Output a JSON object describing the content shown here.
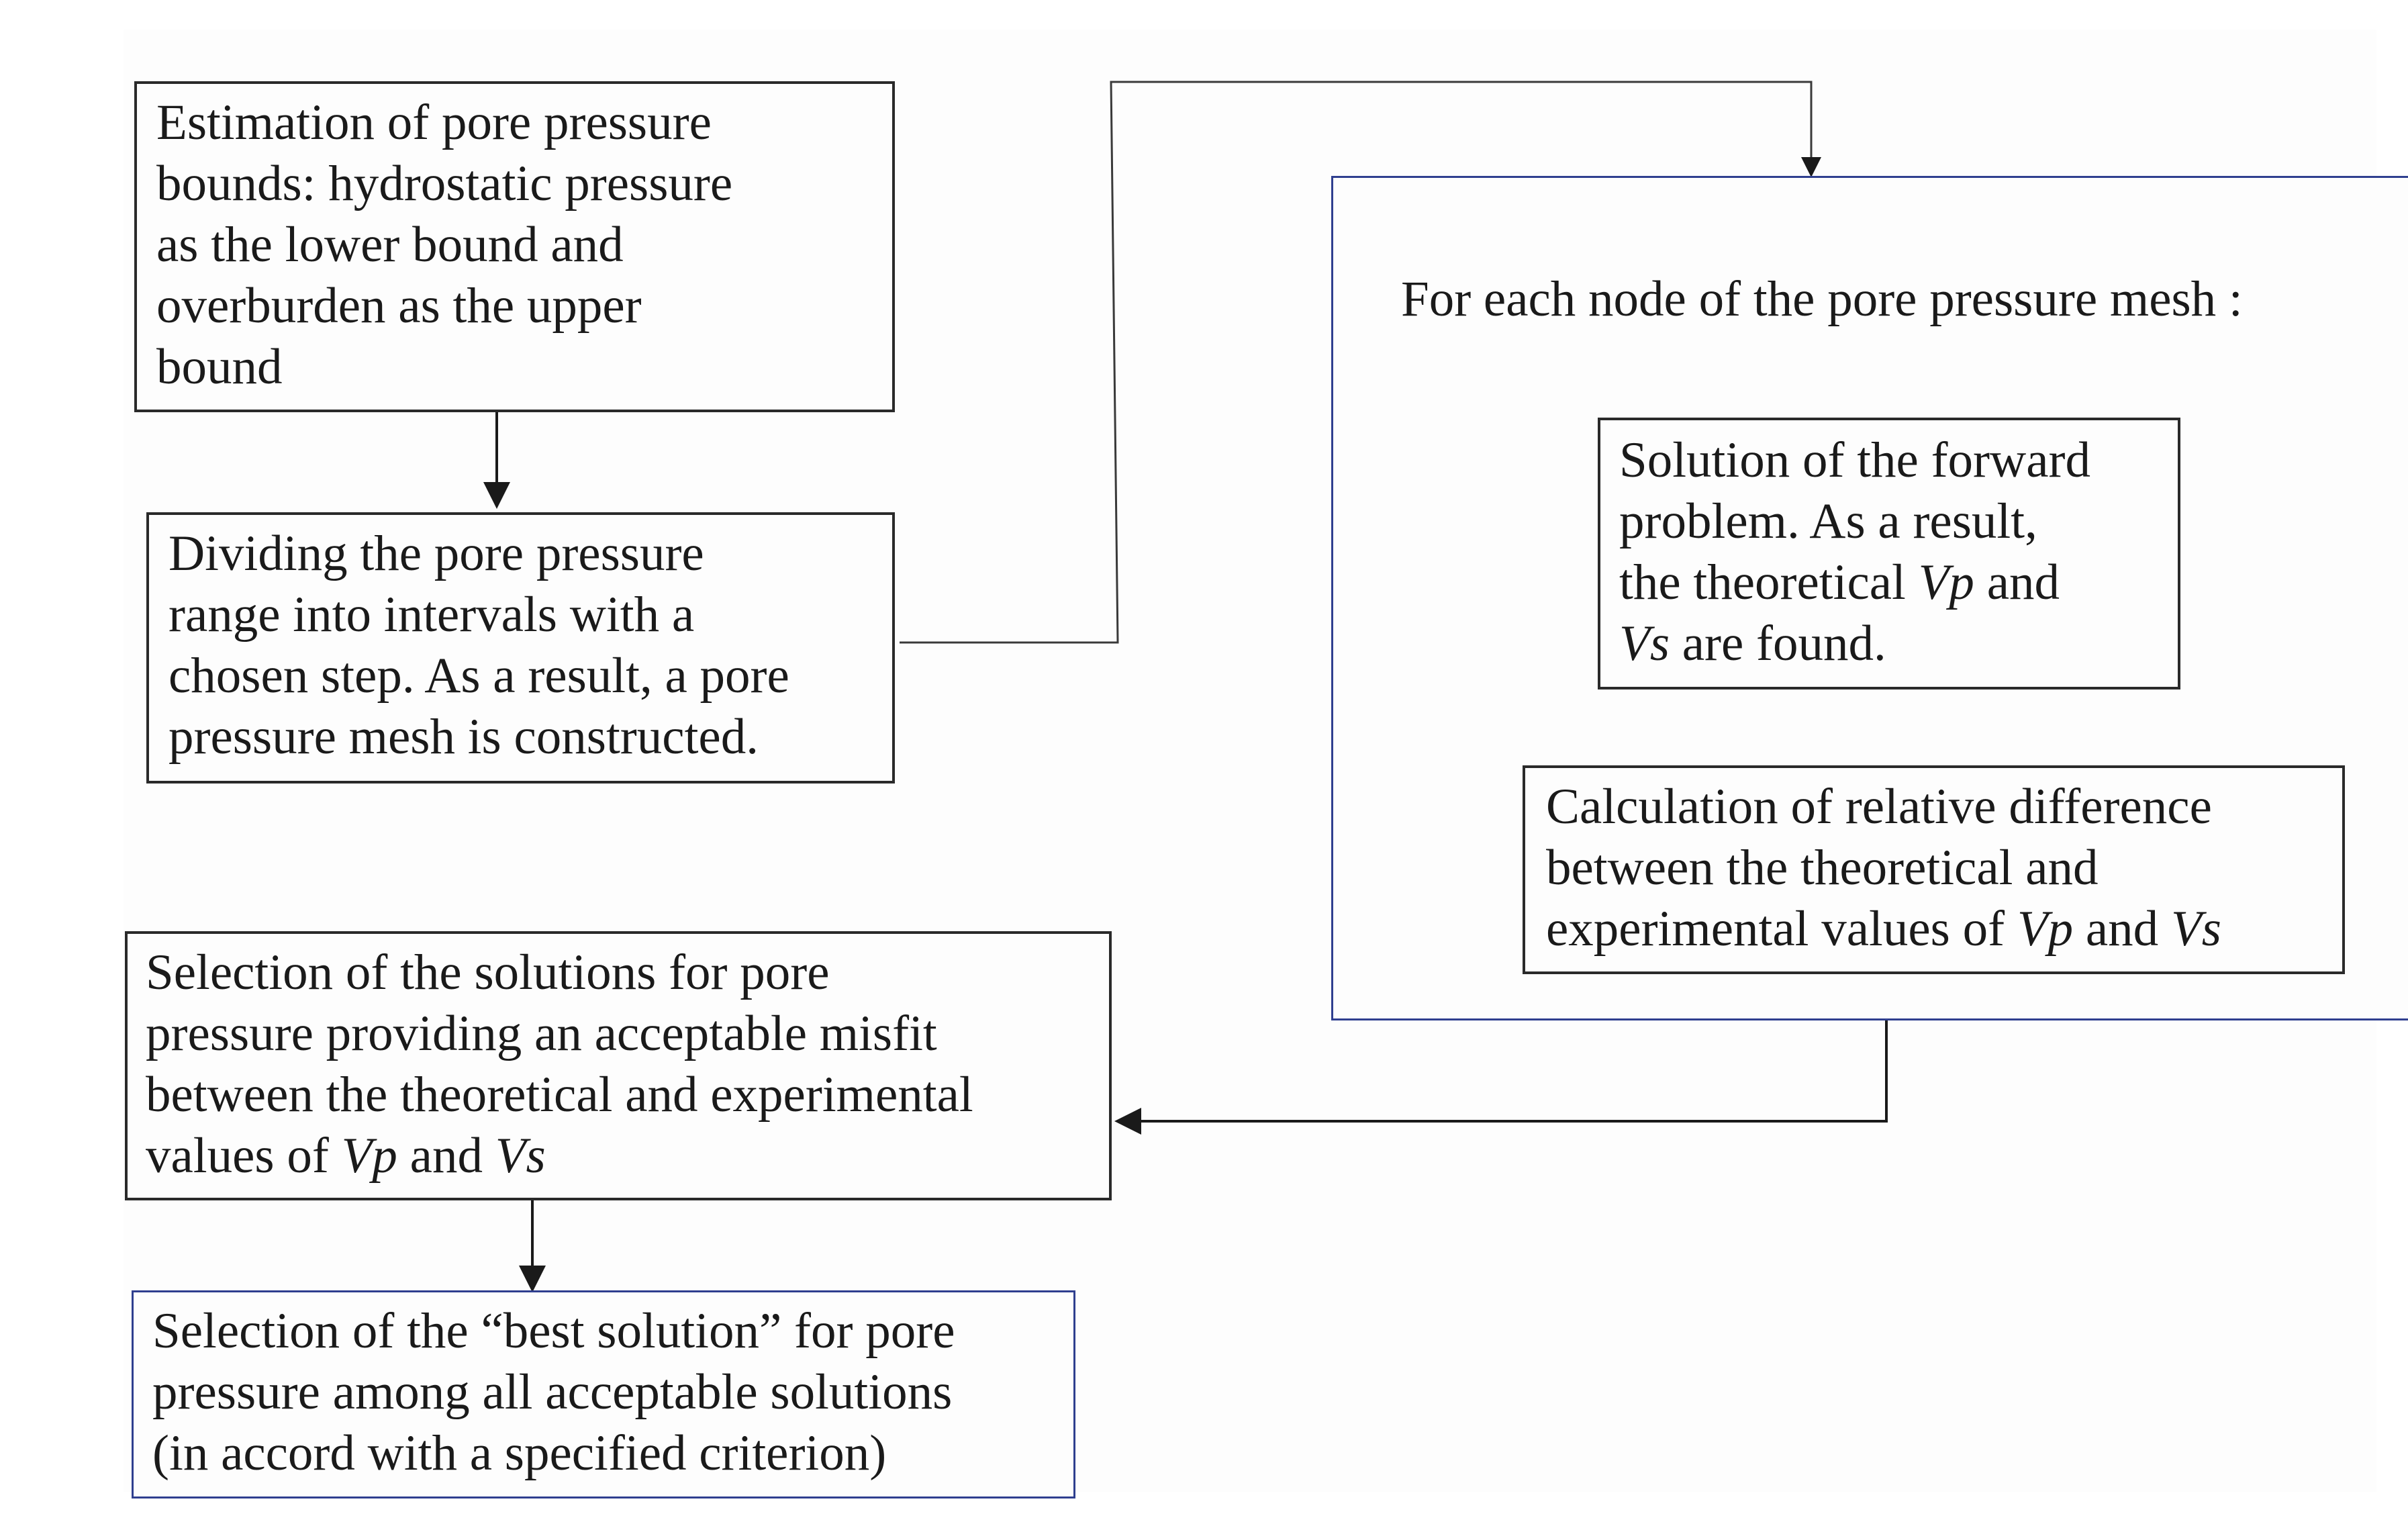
{
  "diagram": {
    "boxes": {
      "estimation": {
        "lines": [
          "Estimation of pore pressure",
          "bounds: hydrostatic pressure",
          "as the lower bound and",
          "overburden as the upper",
          "bound"
        ]
      },
      "dividing": {
        "lines": [
          "Dividing the pore pressure",
          "range into intervals with a",
          "chosen step. As a result, a pore",
          "pressure mesh is constructed."
        ]
      },
      "loop": {
        "title": "For each node of the pore pressure mesh :"
      },
      "forward": {
        "lines": [
          "Solution of the forward",
          "problem. As a result,"
        ],
        "line3_pre": "the theoretical ",
        "line3_var": "Vp",
        "line3_post": " and",
        "line4_var": "Vs",
        "line4_post": " are found."
      },
      "calculation": {
        "lines": [
          "Calculation of relative difference",
          "between the theoretical and"
        ],
        "line3_pre": "experimental values of ",
        "line3_var1": "Vp",
        "line3_mid": " and ",
        "line3_var2": "Vs"
      },
      "selection": {
        "lines": [
          "Selection of the solutions for pore",
          "pressure providing an acceptable misfit",
          "between the theoretical and experimental"
        ],
        "line4_pre": "values of ",
        "line4_var1": "Vp",
        "line4_mid": " and ",
        "line4_var2": "Vs"
      },
      "best": {
        "lines": [
          "Selection of the “best solution” for pore",
          "pressure among all acceptable solutions",
          "(in accord with a specified criterion)"
        ]
      }
    },
    "colors": {
      "border": "#2a2a2a",
      "blue_border": "#2f3f8f",
      "text": "#1a1a1a",
      "background": "#fdfdfd"
    }
  }
}
